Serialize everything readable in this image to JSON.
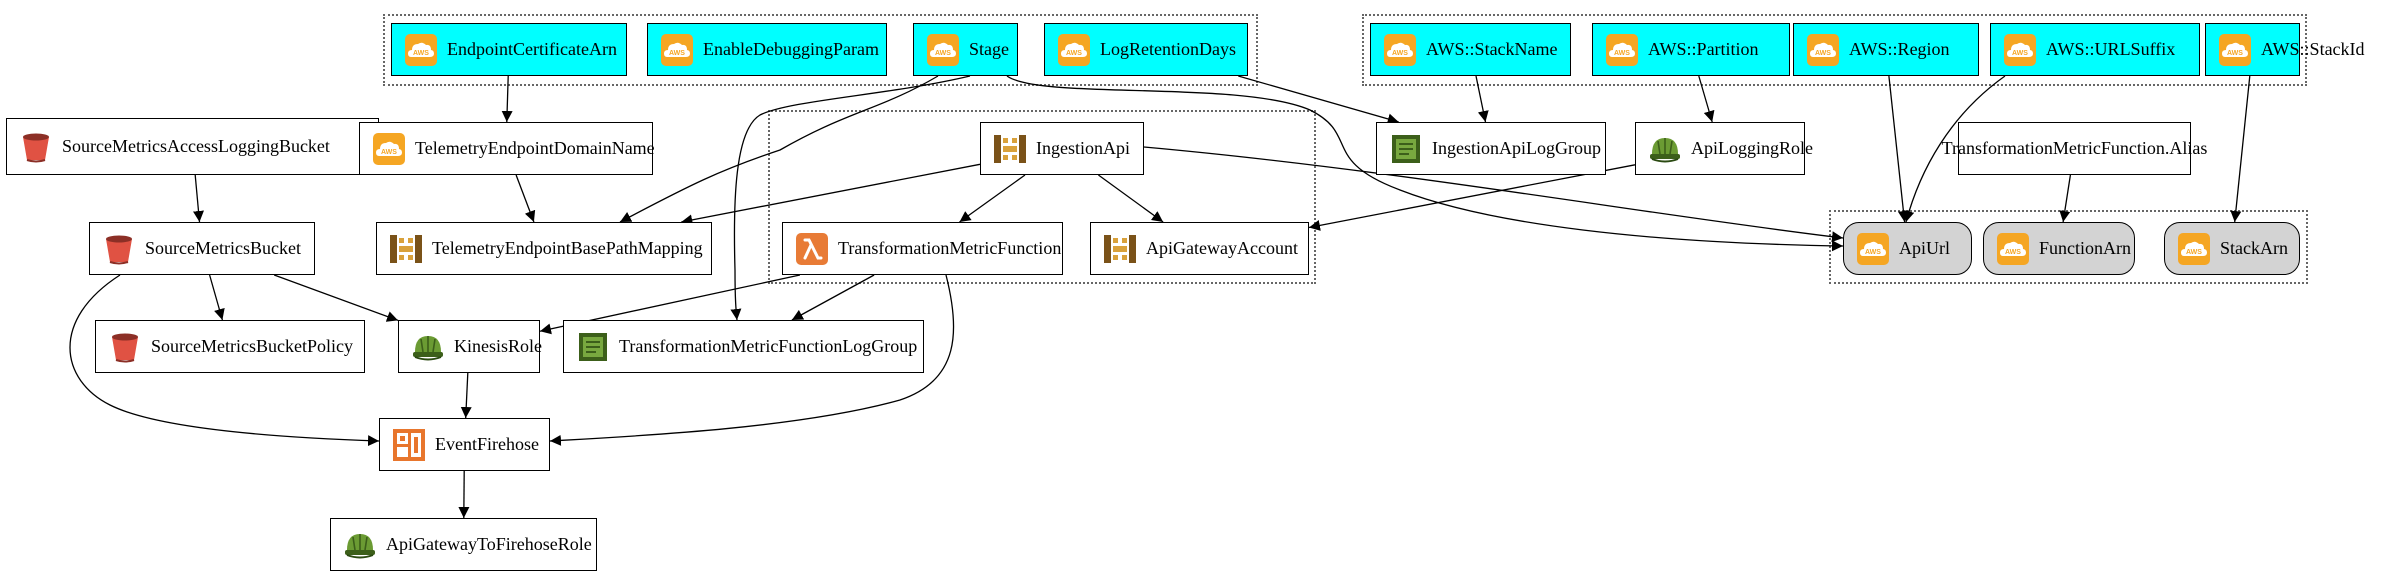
{
  "diagram": {
    "nodes": [
      {
        "id": "cert",
        "label": "EndpointCertificateArn",
        "kind": "param",
        "icon": "aws-cloud"
      },
      {
        "id": "debug",
        "label": "EnableDebuggingParam",
        "kind": "param",
        "icon": "aws-cloud"
      },
      {
        "id": "stage",
        "label": "Stage",
        "kind": "param",
        "icon": "aws-cloud"
      },
      {
        "id": "logret",
        "label": "LogRetentionDays",
        "kind": "param",
        "icon": "aws-cloud"
      },
      {
        "id": "stackname",
        "label": "AWS::StackName",
        "kind": "param",
        "icon": "aws-cloud"
      },
      {
        "id": "partition",
        "label": "AWS::Partition",
        "kind": "param",
        "icon": "aws-cloud"
      },
      {
        "id": "region",
        "label": "AWS::Region",
        "kind": "param",
        "icon": "aws-cloud"
      },
      {
        "id": "urlsuffix",
        "label": "AWS::URLSuffix",
        "kind": "param",
        "icon": "aws-cloud"
      },
      {
        "id": "stackid",
        "label": "AWS::StackId",
        "kind": "param",
        "icon": "aws-cloud"
      },
      {
        "id": "srclogbucket",
        "label": "SourceMetricsAccessLoggingBucket",
        "kind": "resource",
        "icon": "s3-bucket"
      },
      {
        "id": "teledomain",
        "label": "TelemetryEndpointDomainName",
        "kind": "resource",
        "icon": "aws-cloud"
      },
      {
        "id": "ingest",
        "label": "IngestionApi",
        "kind": "resource",
        "icon": "api-gateway"
      },
      {
        "id": "apiloggroup",
        "label": "IngestionApiLogGroup",
        "kind": "resource",
        "icon": "cloudwatch-logs"
      },
      {
        "id": "apilogrole",
        "label": "ApiLoggingRole",
        "kind": "resource",
        "icon": "iam-role"
      },
      {
        "id": "alias",
        "label": "TransformationMetricFunction.Alias",
        "kind": "plain",
        "icon": ""
      },
      {
        "id": "srcbucket",
        "label": "SourceMetricsBucket",
        "kind": "resource",
        "icon": "s3-bucket"
      },
      {
        "id": "basepath",
        "label": "TelemetryEndpointBasePathMapping",
        "kind": "resource",
        "icon": "api-gateway"
      },
      {
        "id": "fn",
        "label": "TransformationMetricFunction",
        "kind": "resource",
        "icon": "lambda"
      },
      {
        "id": "gwaccount",
        "label": "ApiGatewayAccount",
        "kind": "resource",
        "icon": "api-gateway"
      },
      {
        "id": "apiurl",
        "label": "ApiUrl",
        "kind": "output",
        "icon": "aws-cloud"
      },
      {
        "id": "fnarn",
        "label": "FunctionArn",
        "kind": "output",
        "icon": "aws-cloud"
      },
      {
        "id": "stackarn",
        "label": "StackArn",
        "kind": "output",
        "icon": "aws-cloud"
      },
      {
        "id": "bucketpolicy",
        "label": "SourceMetricsBucketPolicy",
        "kind": "resource",
        "icon": "s3-bucket"
      },
      {
        "id": "kinesisrole",
        "label": "KinesisRole",
        "kind": "resource",
        "icon": "iam-role"
      },
      {
        "id": "fnloggroup",
        "label": "TransformationMetricFunctionLogGroup",
        "kind": "resource",
        "icon": "cloudwatch-logs"
      },
      {
        "id": "firehose",
        "label": "EventFirehose",
        "kind": "resource",
        "icon": "kinesis-firehose"
      },
      {
        "id": "gwfirehoserole",
        "label": "ApiGatewayToFirehoseRole",
        "kind": "resource",
        "icon": "iam-role"
      }
    ],
    "edges": [
      {
        "from": "cert",
        "to": "teledomain"
      },
      {
        "from": "stage",
        "to": "basepath"
      },
      {
        "from": "stage",
        "to": "fnloggroup"
      },
      {
        "from": "stage",
        "to": "apiurl"
      },
      {
        "from": "logret",
        "to": "apiloggroup"
      },
      {
        "from": "stackname",
        "to": "apiloggroup"
      },
      {
        "from": "partition",
        "to": "apilogrole"
      },
      {
        "from": "region",
        "to": "apiurl"
      },
      {
        "from": "urlsuffix",
        "to": "apiurl"
      },
      {
        "from": "stackid",
        "to": "stackarn"
      },
      {
        "from": "srclogbucket",
        "to": "srcbucket"
      },
      {
        "from": "teledomain",
        "to": "basepath"
      },
      {
        "from": "ingest",
        "to": "basepath"
      },
      {
        "from": "ingest",
        "to": "fn"
      },
      {
        "from": "ingest",
        "to": "gwaccount"
      },
      {
        "from": "ingest",
        "to": "apiurl"
      },
      {
        "from": "apilogrole",
        "to": "gwaccount"
      },
      {
        "from": "alias",
        "to": "fnarn"
      },
      {
        "from": "srcbucket",
        "to": "bucketpolicy"
      },
      {
        "from": "srcbucket",
        "to": "kinesisrole"
      },
      {
        "from": "srcbucket",
        "to": "firehose"
      },
      {
        "from": "fn",
        "to": "kinesisrole"
      },
      {
        "from": "fn",
        "to": "fnloggroup"
      },
      {
        "from": "fn",
        "to": "firehose"
      },
      {
        "from": "kinesisrole",
        "to": "firehose"
      },
      {
        "from": "firehose",
        "to": "gwfirehoserole"
      }
    ]
  }
}
